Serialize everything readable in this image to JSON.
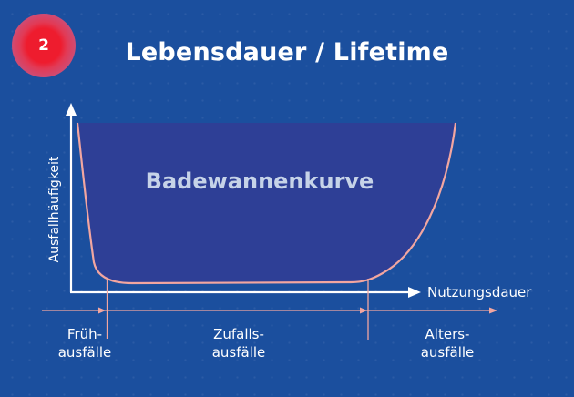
{
  "badge": {
    "number": "2"
  },
  "title": "Lebensdauer / Lifetime",
  "diagram": {
    "curve_label": "Badewannenkurve",
    "y_axis_label": "Ausfallhäufigkeit",
    "x_axis_label": "Nutzungsdauer",
    "phases": [
      {
        "line1": "Früh-",
        "line2": "ausfälle"
      },
      {
        "line1": "Zufalls-",
        "line2": "ausfälle"
      },
      {
        "line1": "Alters-",
        "line2": "ausfälle"
      }
    ]
  },
  "colors": {
    "background": "#1b4f9e",
    "curve_fill": "#2e3f96",
    "curve_stroke": "#f2a6a0",
    "axis": "#ffffff",
    "badge_red": "#ee1c2e"
  }
}
